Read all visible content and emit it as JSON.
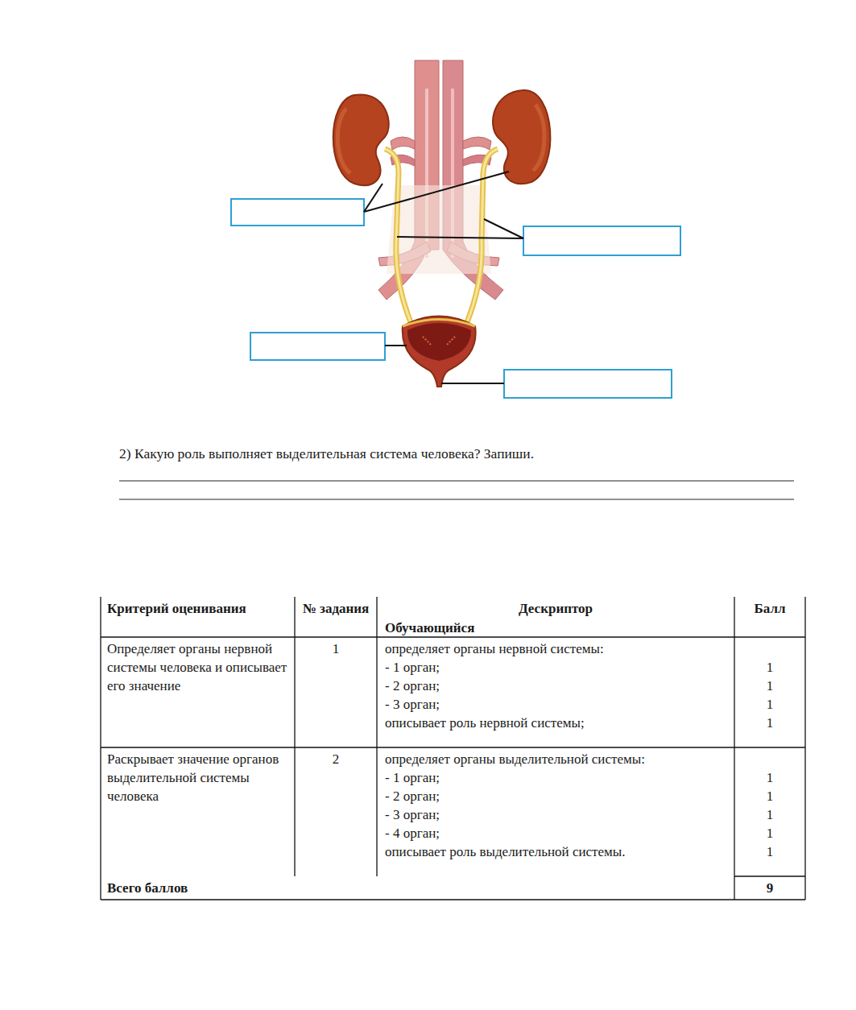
{
  "diagram": {
    "labels": [
      "2) Какую роль выполняет выделительная система человека? Запиши.",
      "Критерий оценивания",
      "№ задания",
      "Дескриптор",
      "Обучающийся",
      "Балл",
      "Определяет органы нервной системы человека и описывает его значение",
      "1",
      "определяет органы нервной системы:",
      "- 1 орган;",
      "- 2 орган;",
      "- 3 орган;",
      "описывает роль нервной системы;",
      "1",
      "1",
      "1",
      "1",
      "Раскрывает значение органов выделительной системы человека",
      "2",
      "определяет органы выделительной системы:",
      "- 1 орган;",
      "- 2 орган;",
      "- 3 орган;",
      "- 4 орган;",
      "описывает роль выделительной системы.",
      "1",
      "1",
      "1",
      "1",
      "1",
      "Всего баллов",
      "9"
    ]
  }
}
